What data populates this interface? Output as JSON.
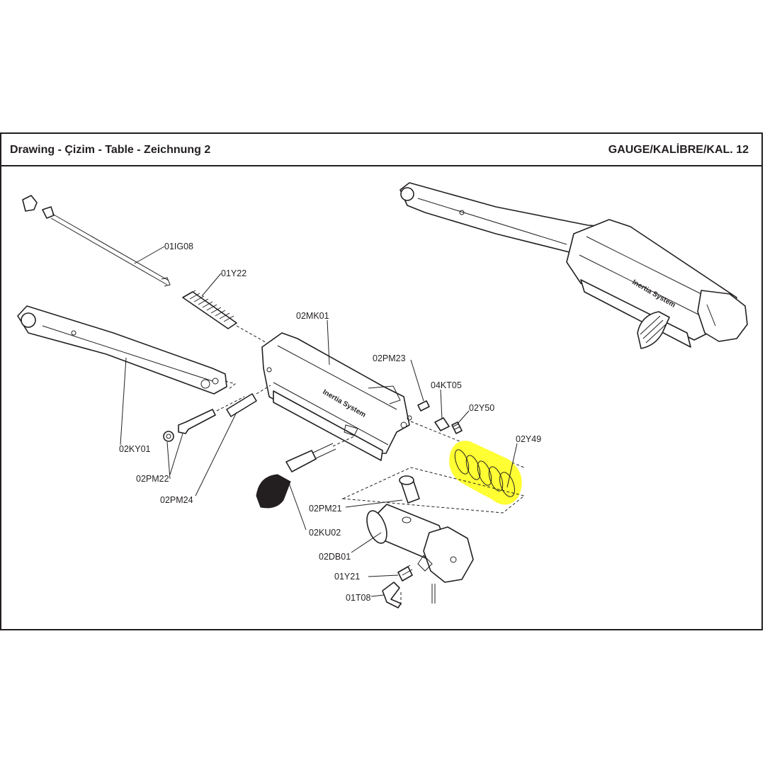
{
  "header": {
    "title": "Drawing - Çizim - Table - Zeichnung  2",
    "gauge": "GAUGE/KALİBRE/KAL. 12"
  },
  "engraving": "Inertia System",
  "highlight_color": "#ffff33",
  "parts": [
    {
      "code": "01IG08"
    },
    {
      "code": "01Y22"
    },
    {
      "code": "02MK01"
    },
    {
      "code": "02PM23"
    },
    {
      "code": "04KT05"
    },
    {
      "code": "02Y50"
    },
    {
      "code": "02Y49",
      "highlighted": true
    },
    {
      "code": "02KY01"
    },
    {
      "code": "02PM22"
    },
    {
      "code": "02PM24"
    },
    {
      "code": "02PM21"
    },
    {
      "code": "02KU02"
    },
    {
      "code": "02DB01"
    },
    {
      "code": "01Y21"
    },
    {
      "code": "01T08"
    }
  ]
}
